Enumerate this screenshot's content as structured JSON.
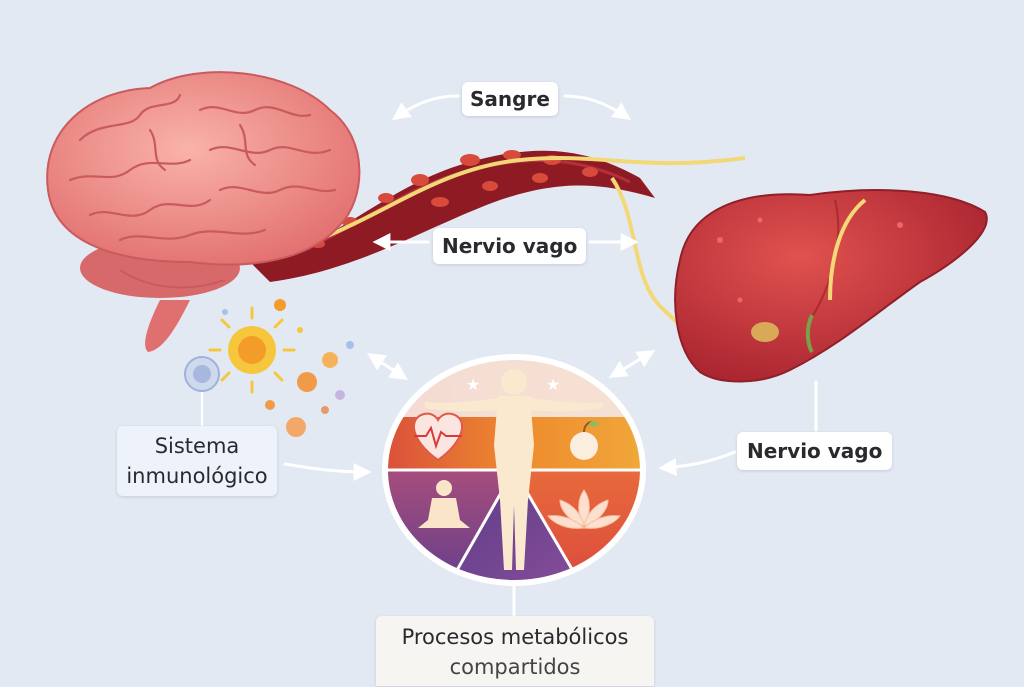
{
  "labels": {
    "blood": "Sangre",
    "vagus_top": "Nervio vago",
    "vagus_right": "Nervio vago",
    "immune_line1": "Sistema",
    "immune_line2": "inmunológico",
    "metabolic_line1": "Procesos metabólicos",
    "metabolic_line2": "compartidos"
  },
  "icons": [
    "brain-icon",
    "liver-icon",
    "blood-vessel-icon",
    "immune-cells-icon",
    "human-figure-icon",
    "heart-rate-icon",
    "apple-icon",
    "meditation-icon",
    "lotus-icon",
    "star-icon"
  ],
  "colors": {
    "background": "#e3e9f3",
    "brain": "#f08a8a",
    "liver": "#c9353a",
    "vessel": "#8e1a24",
    "nerve": "#f3d878",
    "arrow": "#ffffff",
    "wheel_orange": "#ee8a2e",
    "wheel_purple": "#6f4a9b",
    "wheel_red": "#e0563e"
  }
}
